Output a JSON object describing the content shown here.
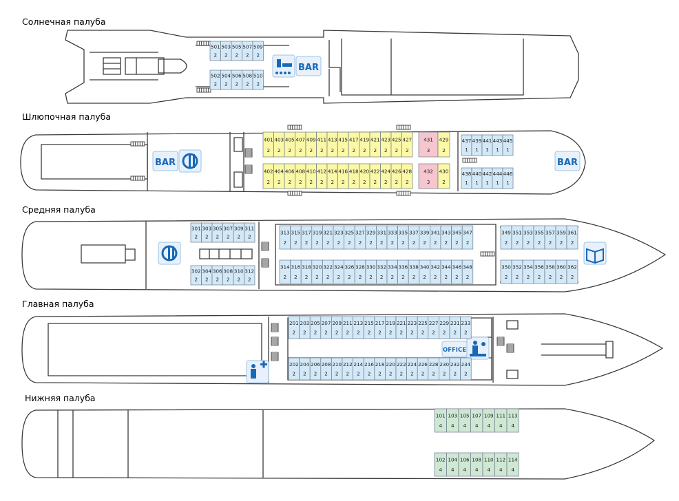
{
  "colors": {
    "cabin_blue": "#d4e9f8",
    "cabin_yellow": "#fbf8a6",
    "cabin_pink": "#f6c6cf",
    "cabin_green": "#cfe8d4",
    "icon_blue": "#1769b8",
    "line": "#3a3a3a"
  },
  "icons": {
    "bar_label": "BAR",
    "office_label": "OFFICE"
  },
  "decks": [
    {
      "key": "sun",
      "title": "Солнечная палуба",
      "rows": [
        {
          "color": "cabin_blue",
          "cabins": [
            [
              "501",
              "2"
            ],
            [
              "503",
              "2"
            ],
            [
              "505",
              "2"
            ],
            [
              "507",
              "2"
            ],
            [
              "509",
              "2"
            ]
          ]
        },
        {
          "color": "cabin_blue",
          "cabins": [
            [
              "502",
              "2"
            ],
            [
              "504",
              "2"
            ],
            [
              "506",
              "2"
            ],
            [
              "508",
              "2"
            ],
            [
              "510",
              "2"
            ]
          ]
        }
      ]
    },
    {
      "key": "boat",
      "title": "Шлюпочная палуба",
      "rows": [
        {
          "color": "cabin_yellow",
          "cabins": [
            [
              "401",
              "2"
            ],
            [
              "403",
              "2"
            ],
            [
              "405",
              "2"
            ],
            [
              "407",
              "2"
            ],
            [
              "409",
              "2"
            ],
            [
              "411",
              "2"
            ],
            [
              "413",
              "2"
            ],
            [
              "415",
              "2"
            ],
            [
              "417",
              "2"
            ],
            [
              "419",
              "2"
            ],
            [
              "421",
              "2"
            ],
            [
              "423",
              "2"
            ],
            [
              "425",
              "2"
            ],
            [
              "427",
              "2"
            ]
          ]
        },
        {
          "color": "cabin_pink",
          "cabins": [
            [
              "431",
              "3"
            ]
          ]
        },
        {
          "color": "cabin_yellow",
          "cabins": [
            [
              "429",
              "2"
            ]
          ]
        },
        {
          "color": "cabin_blue",
          "cabins": [
            [
              "437",
              "1"
            ],
            [
              "439",
              "1"
            ],
            [
              "441",
              "1"
            ],
            [
              "443",
              "1"
            ],
            [
              "445",
              "1"
            ]
          ]
        },
        {
          "color": "cabin_yellow",
          "cabins": [
            [
              "402",
              "2"
            ],
            [
              "404",
              "2"
            ],
            [
              "406",
              "2"
            ],
            [
              "408",
              "2"
            ],
            [
              "410",
              "2"
            ],
            [
              "412",
              "2"
            ],
            [
              "414",
              "2"
            ],
            [
              "416",
              "2"
            ],
            [
              "418",
              "2"
            ],
            [
              "420",
              "2"
            ],
            [
              "422",
              "2"
            ],
            [
              "424",
              "2"
            ],
            [
              "426",
              "2"
            ],
            [
              "428",
              "2"
            ]
          ]
        },
        {
          "color": "cabin_pink",
          "cabins": [
            [
              "432",
              "3"
            ]
          ]
        },
        {
          "color": "cabin_yellow",
          "cabins": [
            [
              "430",
              "2"
            ]
          ]
        },
        {
          "color": "cabin_blue",
          "cabins": [
            [
              "438",
              "1"
            ],
            [
              "440",
              "1"
            ],
            [
              "442",
              "1"
            ],
            [
              "444",
              "1"
            ],
            [
              "446",
              "1"
            ]
          ]
        }
      ]
    },
    {
      "key": "middle",
      "title": "Средняя палуба",
      "rows": [
        {
          "color": "cabin_blue",
          "cabins": [
            [
              "301",
              "2"
            ],
            [
              "303",
              "2"
            ],
            [
              "305",
              "2"
            ],
            [
              "307",
              "2"
            ],
            [
              "309",
              "2"
            ],
            [
              "311",
              "2"
            ]
          ]
        },
        {
          "color": "cabin_blue",
          "cabins": [
            [
              "302",
              "2"
            ],
            [
              "304",
              "2"
            ],
            [
              "306",
              "2"
            ],
            [
              "308",
              "2"
            ],
            [
              "310",
              "2"
            ],
            [
              "312",
              "2"
            ]
          ]
        },
        {
          "color": "cabin_blue",
          "cabins": [
            [
              "313",
              "2"
            ],
            [
              "315",
              "2"
            ],
            [
              "317",
              "2"
            ],
            [
              "319",
              "2"
            ],
            [
              "321",
              "2"
            ],
            [
              "323",
              "2"
            ],
            [
              "325",
              "2"
            ],
            [
              "327",
              "2"
            ],
            [
              "329",
              "2"
            ],
            [
              "331",
              "2"
            ],
            [
              "333",
              "2"
            ],
            [
              "335",
              "2"
            ],
            [
              "337",
              "2"
            ],
            [
              "339",
              "2"
            ],
            [
              "341",
              "2"
            ],
            [
              "343",
              "2"
            ],
            [
              "345",
              "2"
            ],
            [
              "347",
              "2"
            ]
          ]
        },
        {
          "color": "cabin_blue",
          "cabins": [
            [
              "314",
              "2"
            ],
            [
              "316",
              "2"
            ],
            [
              "318",
              "2"
            ],
            [
              "320",
              "2"
            ],
            [
              "322",
              "2"
            ],
            [
              "324",
              "2"
            ],
            [
              "326",
              "2"
            ],
            [
              "328",
              "2"
            ],
            [
              "330",
              "2"
            ],
            [
              "332",
              "2"
            ],
            [
              "334",
              "2"
            ],
            [
              "336",
              "2"
            ],
            [
              "338",
              "2"
            ],
            [
              "340",
              "2"
            ],
            [
              "342",
              "2"
            ],
            [
              "344",
              "2"
            ],
            [
              "346",
              "2"
            ],
            [
              "348",
              "2"
            ]
          ]
        },
        {
          "color": "cabin_blue",
          "cabins": [
            [
              "349",
              "2"
            ],
            [
              "351",
              "2"
            ],
            [
              "353",
              "2"
            ],
            [
              "355",
              "2"
            ],
            [
              "357",
              "2"
            ],
            [
              "359",
              "2"
            ],
            [
              "361",
              "2"
            ]
          ]
        },
        {
          "color": "cabin_blue",
          "cabins": [
            [
              "350",
              "2"
            ],
            [
              "352",
              "2"
            ],
            [
              "354",
              "2"
            ],
            [
              "356",
              "2"
            ],
            [
              "358",
              "2"
            ],
            [
              "360",
              "2"
            ],
            [
              "362",
              "2"
            ]
          ]
        }
      ]
    },
    {
      "key": "main",
      "title": "Главная палуба",
      "rows": [
        {
          "color": "cabin_blue",
          "cabins": [
            [
              "201",
              "2"
            ],
            [
              "203",
              "2"
            ],
            [
              "205",
              "2"
            ],
            [
              "207",
              "2"
            ],
            [
              "209",
              "2"
            ],
            [
              "211",
              "2"
            ],
            [
              "213",
              "2"
            ],
            [
              "215",
              "2"
            ],
            [
              "217",
              "2"
            ],
            [
              "219",
              "2"
            ],
            [
              "221",
              "2"
            ],
            [
              "223",
              "2"
            ],
            [
              "225",
              "2"
            ],
            [
              "227",
              "2"
            ],
            [
              "229",
              "2"
            ],
            [
              "231",
              "2"
            ],
            [
              "233",
              "2"
            ]
          ]
        },
        {
          "color": "cabin_blue",
          "cabins": [
            [
              "202",
              "2"
            ],
            [
              "204",
              "2"
            ],
            [
              "206",
              "2"
            ],
            [
              "208",
              "2"
            ],
            [
              "210",
              "2"
            ],
            [
              "212",
              "2"
            ],
            [
              "214",
              "2"
            ],
            [
              "216",
              "2"
            ],
            [
              "218",
              "2"
            ],
            [
              "220",
              "2"
            ],
            [
              "222",
              "2"
            ],
            [
              "224",
              "2"
            ],
            [
              "226",
              "2"
            ],
            [
              "228",
              "2"
            ],
            [
              "230",
              "2"
            ],
            [
              "232",
              "2"
            ],
            [
              "234",
              "2"
            ]
          ]
        }
      ]
    },
    {
      "key": "lower",
      "title": "Нижняя палуба",
      "rows": [
        {
          "color": "cabin_green",
          "cabins": [
            [
              "101",
              "4"
            ],
            [
              "103",
              "4"
            ],
            [
              "105",
              "4"
            ],
            [
              "107",
              "4"
            ],
            [
              "109",
              "4"
            ],
            [
              "111",
              "4"
            ],
            [
              "113",
              "4"
            ]
          ]
        },
        {
          "color": "cabin_green",
          "cabins": [
            [
              "102",
              "4"
            ],
            [
              "104",
              "4"
            ],
            [
              "106",
              "4"
            ],
            [
              "108",
              "4"
            ],
            [
              "110",
              "4"
            ],
            [
              "112",
              "4"
            ],
            [
              "114",
              "4"
            ]
          ]
        }
      ]
    }
  ]
}
